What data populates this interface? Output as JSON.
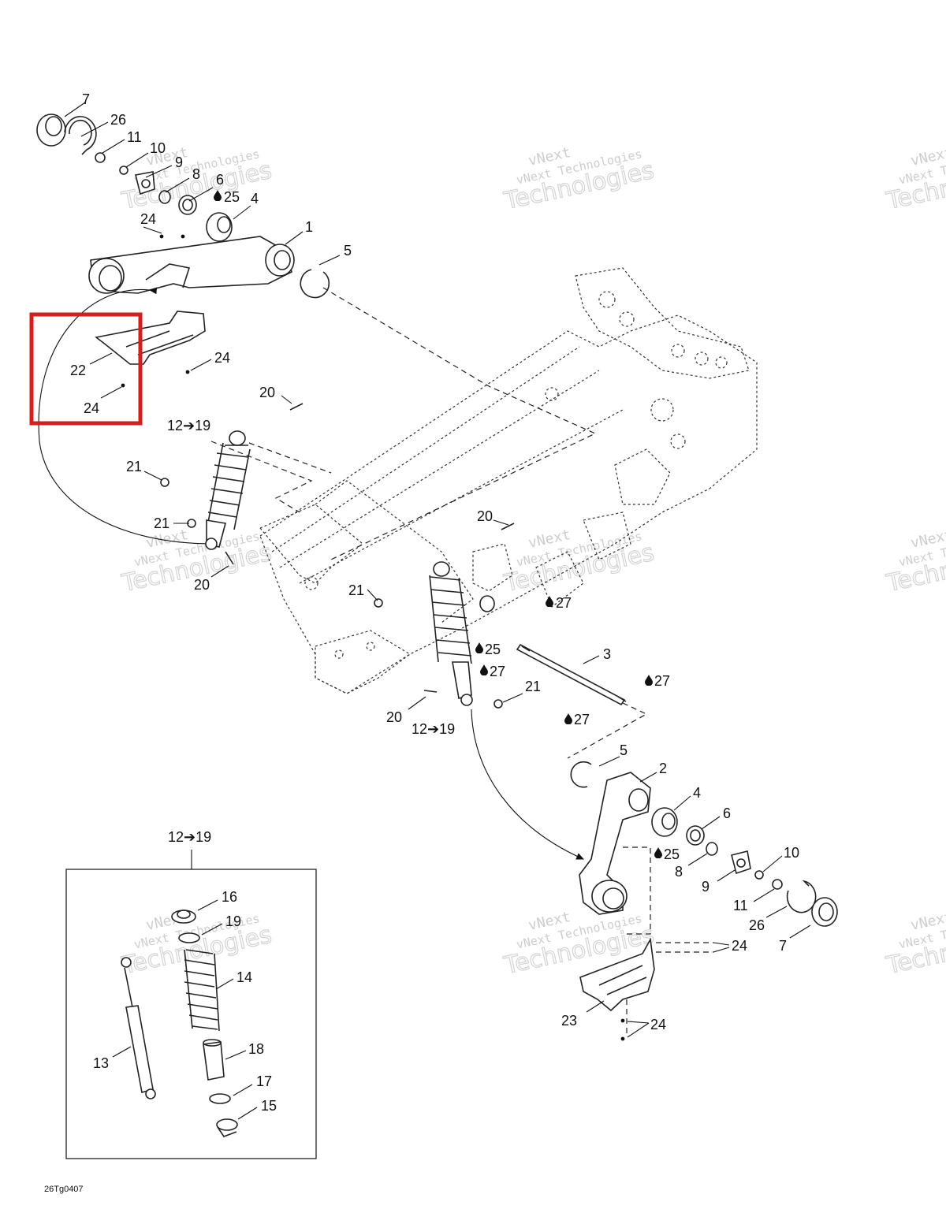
{
  "diagram": {
    "drawing_code": "26Tg0407",
    "watermark": {
      "line1": "vNext",
      "line2": "vNext Technologies",
      "line3": "Technologies"
    },
    "highlight_color": "#d41f1f",
    "callouts": {
      "c1": "1",
      "c2": "2",
      "c3": "3",
      "c4a": "4",
      "c4b": "4",
      "c5a": "5",
      "c5b": "5",
      "c6a": "6",
      "c6b": "6",
      "c7a": "7",
      "c7b": "7",
      "c8a": "8",
      "c8b": "8",
      "c9a": "9",
      "c9b": "9",
      "c10a": "10",
      "c10b": "10",
      "c11a": "11",
      "c11b": "11",
      "c13": "13",
      "c14": "14",
      "c15": "15",
      "c16": "16",
      "c17": "17",
      "c18": "18",
      "c19": "19",
      "c20a": "20",
      "c20b": "20",
      "c20c": "20",
      "c20d": "20",
      "c21a": "21",
      "c21b": "21",
      "c21c": "21",
      "c21d": "21",
      "c22": "22",
      "c23": "23",
      "c24a": "24",
      "c24b": "24",
      "c24c": "24",
      "c24d": "24",
      "c24e": "24",
      "c25a": "25",
      "c25b": "25",
      "c25c": "25",
      "c26a": "26",
      "c26b": "26",
      "c27a": "27",
      "c27b": "27",
      "c27c": "27",
      "c27d": "27",
      "r1": "12➔19",
      "r2": "12➔19",
      "r3": "12➔19"
    }
  }
}
